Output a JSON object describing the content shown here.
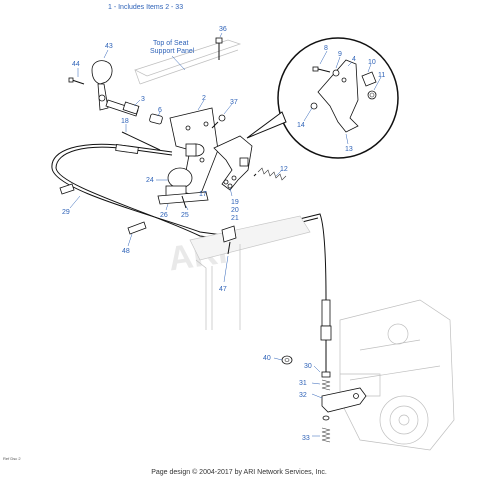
{
  "header": {
    "note": "1 - Includes Items 2 - 33",
    "seat_panel_label_line1": "Top of Seat",
    "seat_panel_label_line2": "Support Panel"
  },
  "callouts": {
    "c2": "2",
    "c3": "3",
    "c4": "4",
    "c6": "6",
    "c8": "8",
    "c9": "9",
    "c10": "10",
    "c11": "11",
    "c12": "12",
    "c13": "13",
    "c14": "14",
    "c17": "17",
    "c18": "18",
    "c19": "19",
    "c20": "20",
    "c21": "21",
    "c24": "24",
    "c25": "25",
    "c26": "26",
    "c29": "29",
    "c30": "30",
    "c31": "31",
    "c32": "32",
    "c33": "33",
    "c36": "36",
    "c37": "37",
    "c40": "40",
    "c43": "43",
    "c44": "44",
    "c47": "47",
    "c48": "48"
  },
  "watermark": "ARI",
  "footer": {
    "copyright": "Page design © 2004-2017 by ARI Network Services, Inc.",
    "diagram_code": "Ref Dsc 2"
  }
}
